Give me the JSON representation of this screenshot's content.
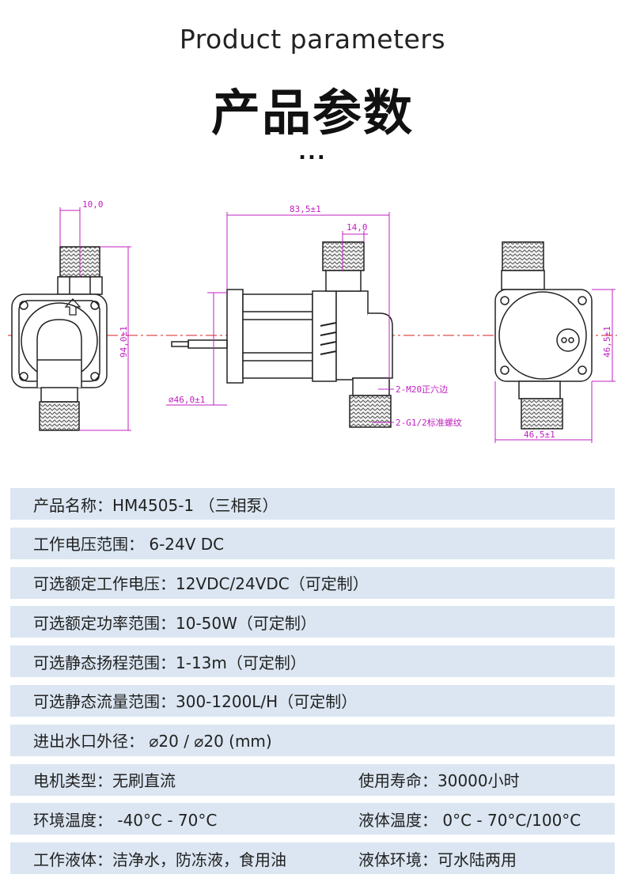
{
  "header": {
    "title_en": "Product parameters",
    "title_cn": "产品参数",
    "dots": "..."
  },
  "drawing": {
    "left_view": {
      "dim_top": "10,0",
      "dim_height": "94,0±1"
    },
    "middle_view": {
      "dim_length": "83,5±1",
      "dim_port": "14,0",
      "dim_dia": "⌀46,0±1",
      "note_hex": "2-M20正六边",
      "note_thread": "2-G1/2标准螺纹"
    },
    "right_view": {
      "dim_height": "46,5±1",
      "dim_width": "46,5±1"
    }
  },
  "params": {
    "rows": [
      {
        "text": "产品名称：HM4505-1 （三相泵）"
      },
      {
        "text": "工作电压范围： 6-24V DC"
      },
      {
        "text": "可选额定工作电压：12VDC/24VDC（可定制）"
      },
      {
        "text": "可选额定功率范围：10-50W（可定制）"
      },
      {
        "text": "可选静态扬程范围：1-13m（可定制）"
      },
      {
        "text": "可选静态流量范围：300-1200L/H（可定制）"
      },
      {
        "text": "进出水口外径： ⌀20 / ⌀20 (mm)"
      }
    ],
    "pairs": [
      {
        "left": "电机类型：无刷直流",
        "right": "使用寿命：30000小时"
      },
      {
        "left": "环境温度： -40°C - 70°C",
        "right": "液体温度： 0°C - 70°C/100°C"
      },
      {
        "left": "工作液体：洁净水，防冻液，食用油",
        "right": "液体环境：可水陆两用"
      }
    ]
  }
}
